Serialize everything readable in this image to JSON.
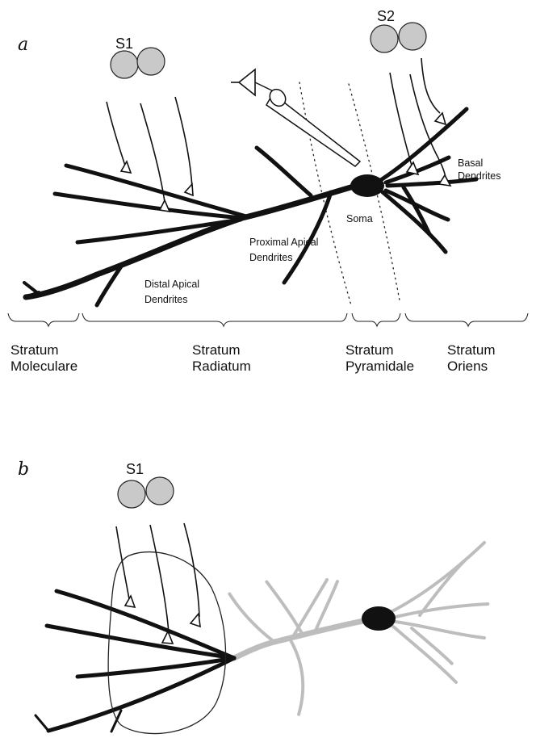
{
  "panel_a": {
    "letter": "a",
    "stim1": "S1",
    "stim2": "S2",
    "labels": {
      "basal": [
        "Basal",
        "Dendrites"
      ],
      "soma": "Soma",
      "proximal": [
        "Proximal Apical",
        "Dendrites"
      ],
      "distal": [
        "Distal Apical",
        "Dendrites"
      ]
    },
    "strata": [
      {
        "line1": "Stratum",
        "line2": "Moleculare"
      },
      {
        "line1": "Stratum",
        "line2": "Radiatum"
      },
      {
        "line1": "Stratum",
        "line2": "Pyramidale"
      },
      {
        "line1": "Stratum",
        "line2": "Oriens"
      }
    ]
  },
  "panel_b": {
    "letter": "b",
    "stim1": "S1"
  }
}
